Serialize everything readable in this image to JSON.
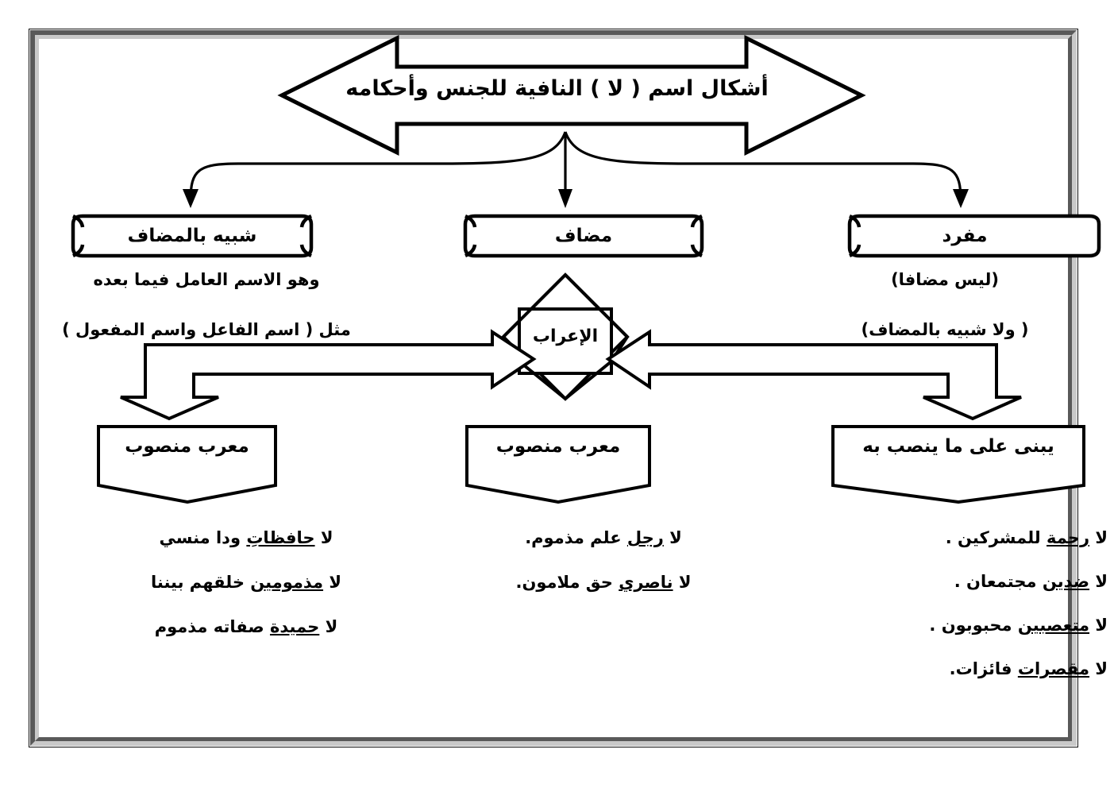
{
  "document": {
    "language": "ar",
    "direction": "rtl",
    "title": "أشكال اسم ( لا ) النافية للجنس وأحكامه"
  },
  "header": {
    "shape": "double-headed-arrow",
    "text": "أشكال اسم ( لا ) النافية للجنس وأحكامه"
  },
  "center": {
    "shape": "four-point-star",
    "label": "الإعراب"
  },
  "branches": [
    {
      "id": "shabih",
      "position": "left",
      "node_label": "شبيه بالمضاف",
      "descriptions": [
        "وهو الاسم العامل فيما بعده",
        "مثل ( اسم الفاعل واسم المفعول )"
      ],
      "ruling_label": "معرب منصوب",
      "examples": [
        {
          "prefix": "لا ",
          "underlined": "حافظاتِ",
          "suffix": " ودا منسي"
        },
        {
          "prefix": "لا ",
          "underlined": "مذمومين",
          "suffix": " خلقهم بيننا"
        },
        {
          "prefix": "لا ",
          "underlined": "حميدة",
          "suffix": " صفاته مذموم"
        }
      ]
    },
    {
      "id": "mudaf",
      "position": "middle",
      "node_label": "مضاف",
      "descriptions": [],
      "ruling_label": "معرب منصوب",
      "examples": [
        {
          "prefix": "لا ",
          "underlined": "رجل",
          "suffix": " علم مذموم."
        },
        {
          "prefix": "لا ",
          "underlined": "ناصري",
          "suffix": " حق ملامون."
        }
      ]
    },
    {
      "id": "mufrad",
      "position": "right",
      "node_label": "مفرد",
      "descriptions": [
        "(ليس مضافا)",
        "( ولا شبيه بالمضاف)"
      ],
      "ruling_label": "يبنى على ما ينصب به",
      "examples": [
        {
          "prefix": "لا ",
          "underlined": "رحمة",
          "suffix": " للمشركين ."
        },
        {
          "prefix": "لا ",
          "underlined": "ضدين",
          "suffix": " مجتمعان ."
        },
        {
          "prefix": "لا ",
          "underlined": "متعصبين",
          "suffix": " محبوبون ."
        },
        {
          "prefix": "لا ",
          "underlined": "مقصرات",
          "suffix": " فائزات."
        }
      ]
    }
  ],
  "colors": {
    "ink": "#000000",
    "page": "#ffffff",
    "frame_dark": "#595959",
    "frame_light": "#c9c9c9"
  }
}
